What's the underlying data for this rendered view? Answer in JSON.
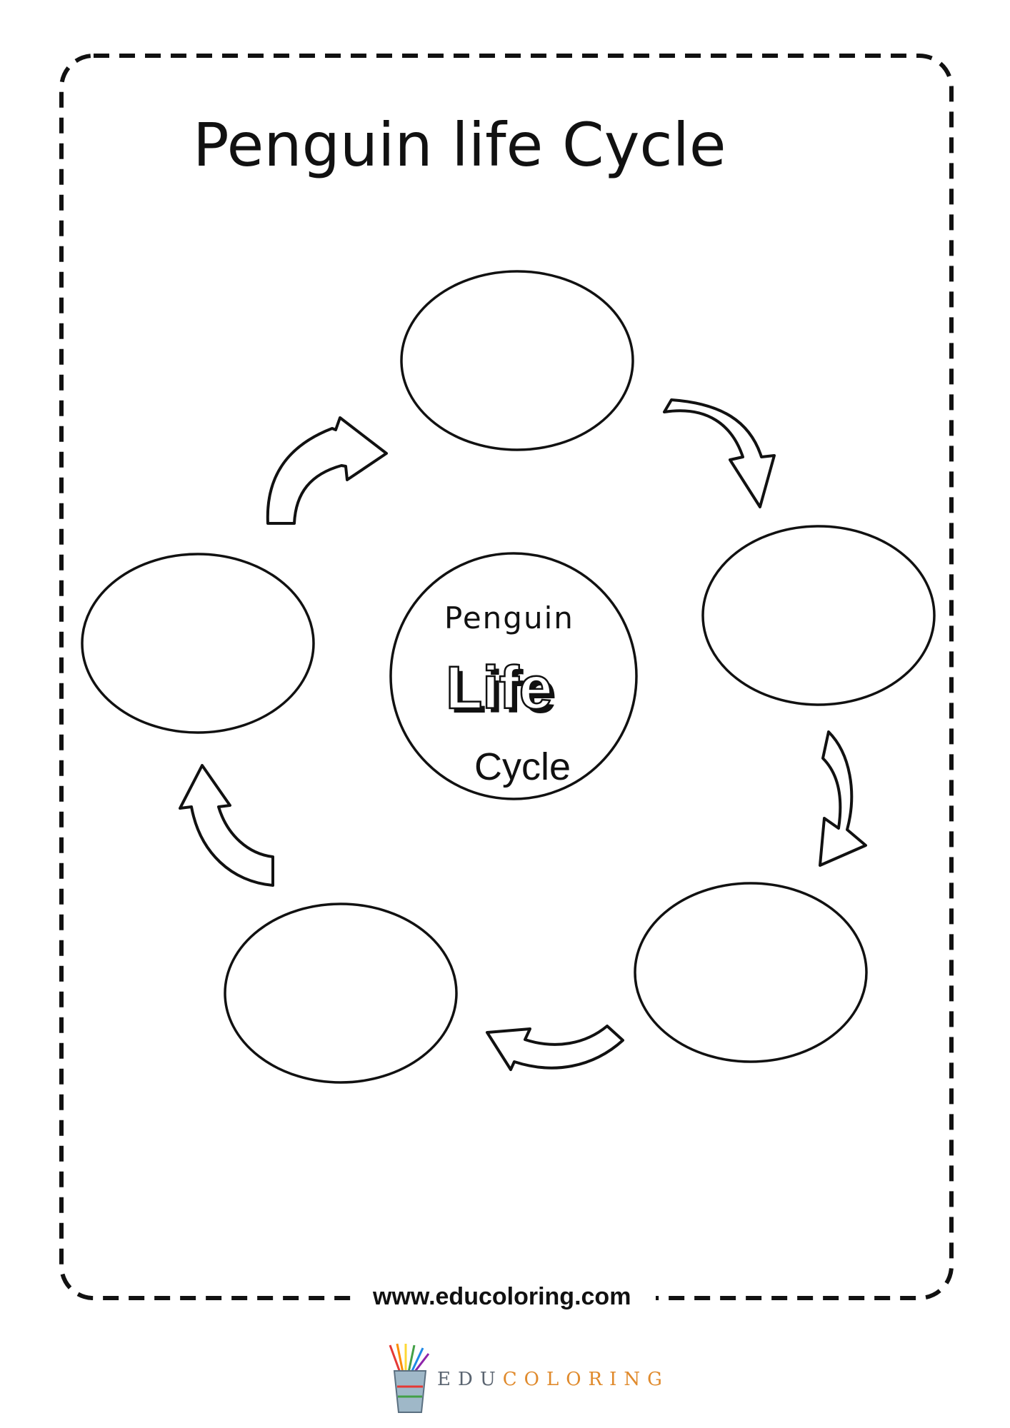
{
  "title": "Penguin life Cycle",
  "center": {
    "line1": "Penguin",
    "line2": "Life",
    "line3": "Cycle"
  },
  "footer": {
    "url": "www.educoloring.com",
    "brand_first": "EDU",
    "brand_second": "COLORING"
  },
  "stages": [
    "",
    "",
    "",
    "",
    ""
  ],
  "colors": {
    "ink": "#111111",
    "brand_grey": "#5a6470",
    "brand_orange": "#e08a2c"
  }
}
